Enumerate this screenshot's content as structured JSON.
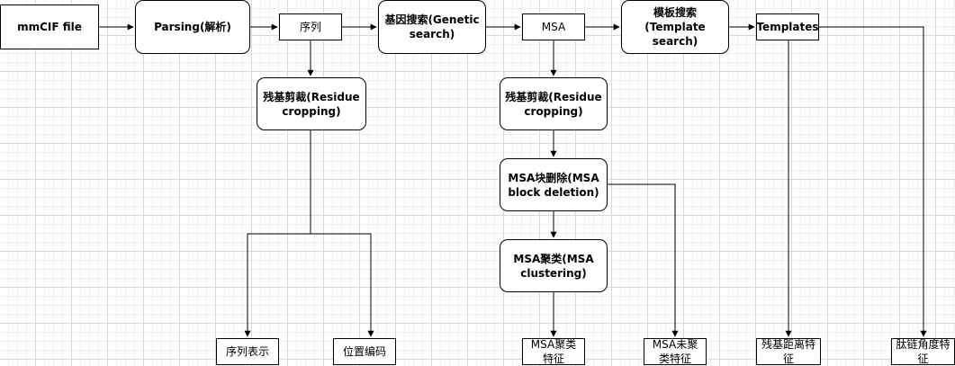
{
  "nodes": {
    "mmcif": "mmCIF file",
    "parsing": "Parsing(解析)",
    "sequence": "序列",
    "genetic_search": "基因搜索(Genetic search)",
    "msa": "MSA",
    "template_search": "模板搜索(Template search)",
    "templates": "Templates",
    "residue_cropping_left": "残基剪裁(Residue cropping)",
    "residue_cropping_right": "残基剪裁(Residue cropping)",
    "msa_block_deletion": "MSA块删除(MSA block deletion)",
    "msa_clustering": "MSA聚类(MSA clustering)",
    "seq_representation": "序列表示",
    "position_encoding": "位置编码",
    "msa_cluster_features": "MSA聚类特征",
    "msa_unclustered_features": "MSA未聚类特征",
    "residue_distance_features": "残基距离特征",
    "backbone_angle_features": "肽链角度特征"
  }
}
